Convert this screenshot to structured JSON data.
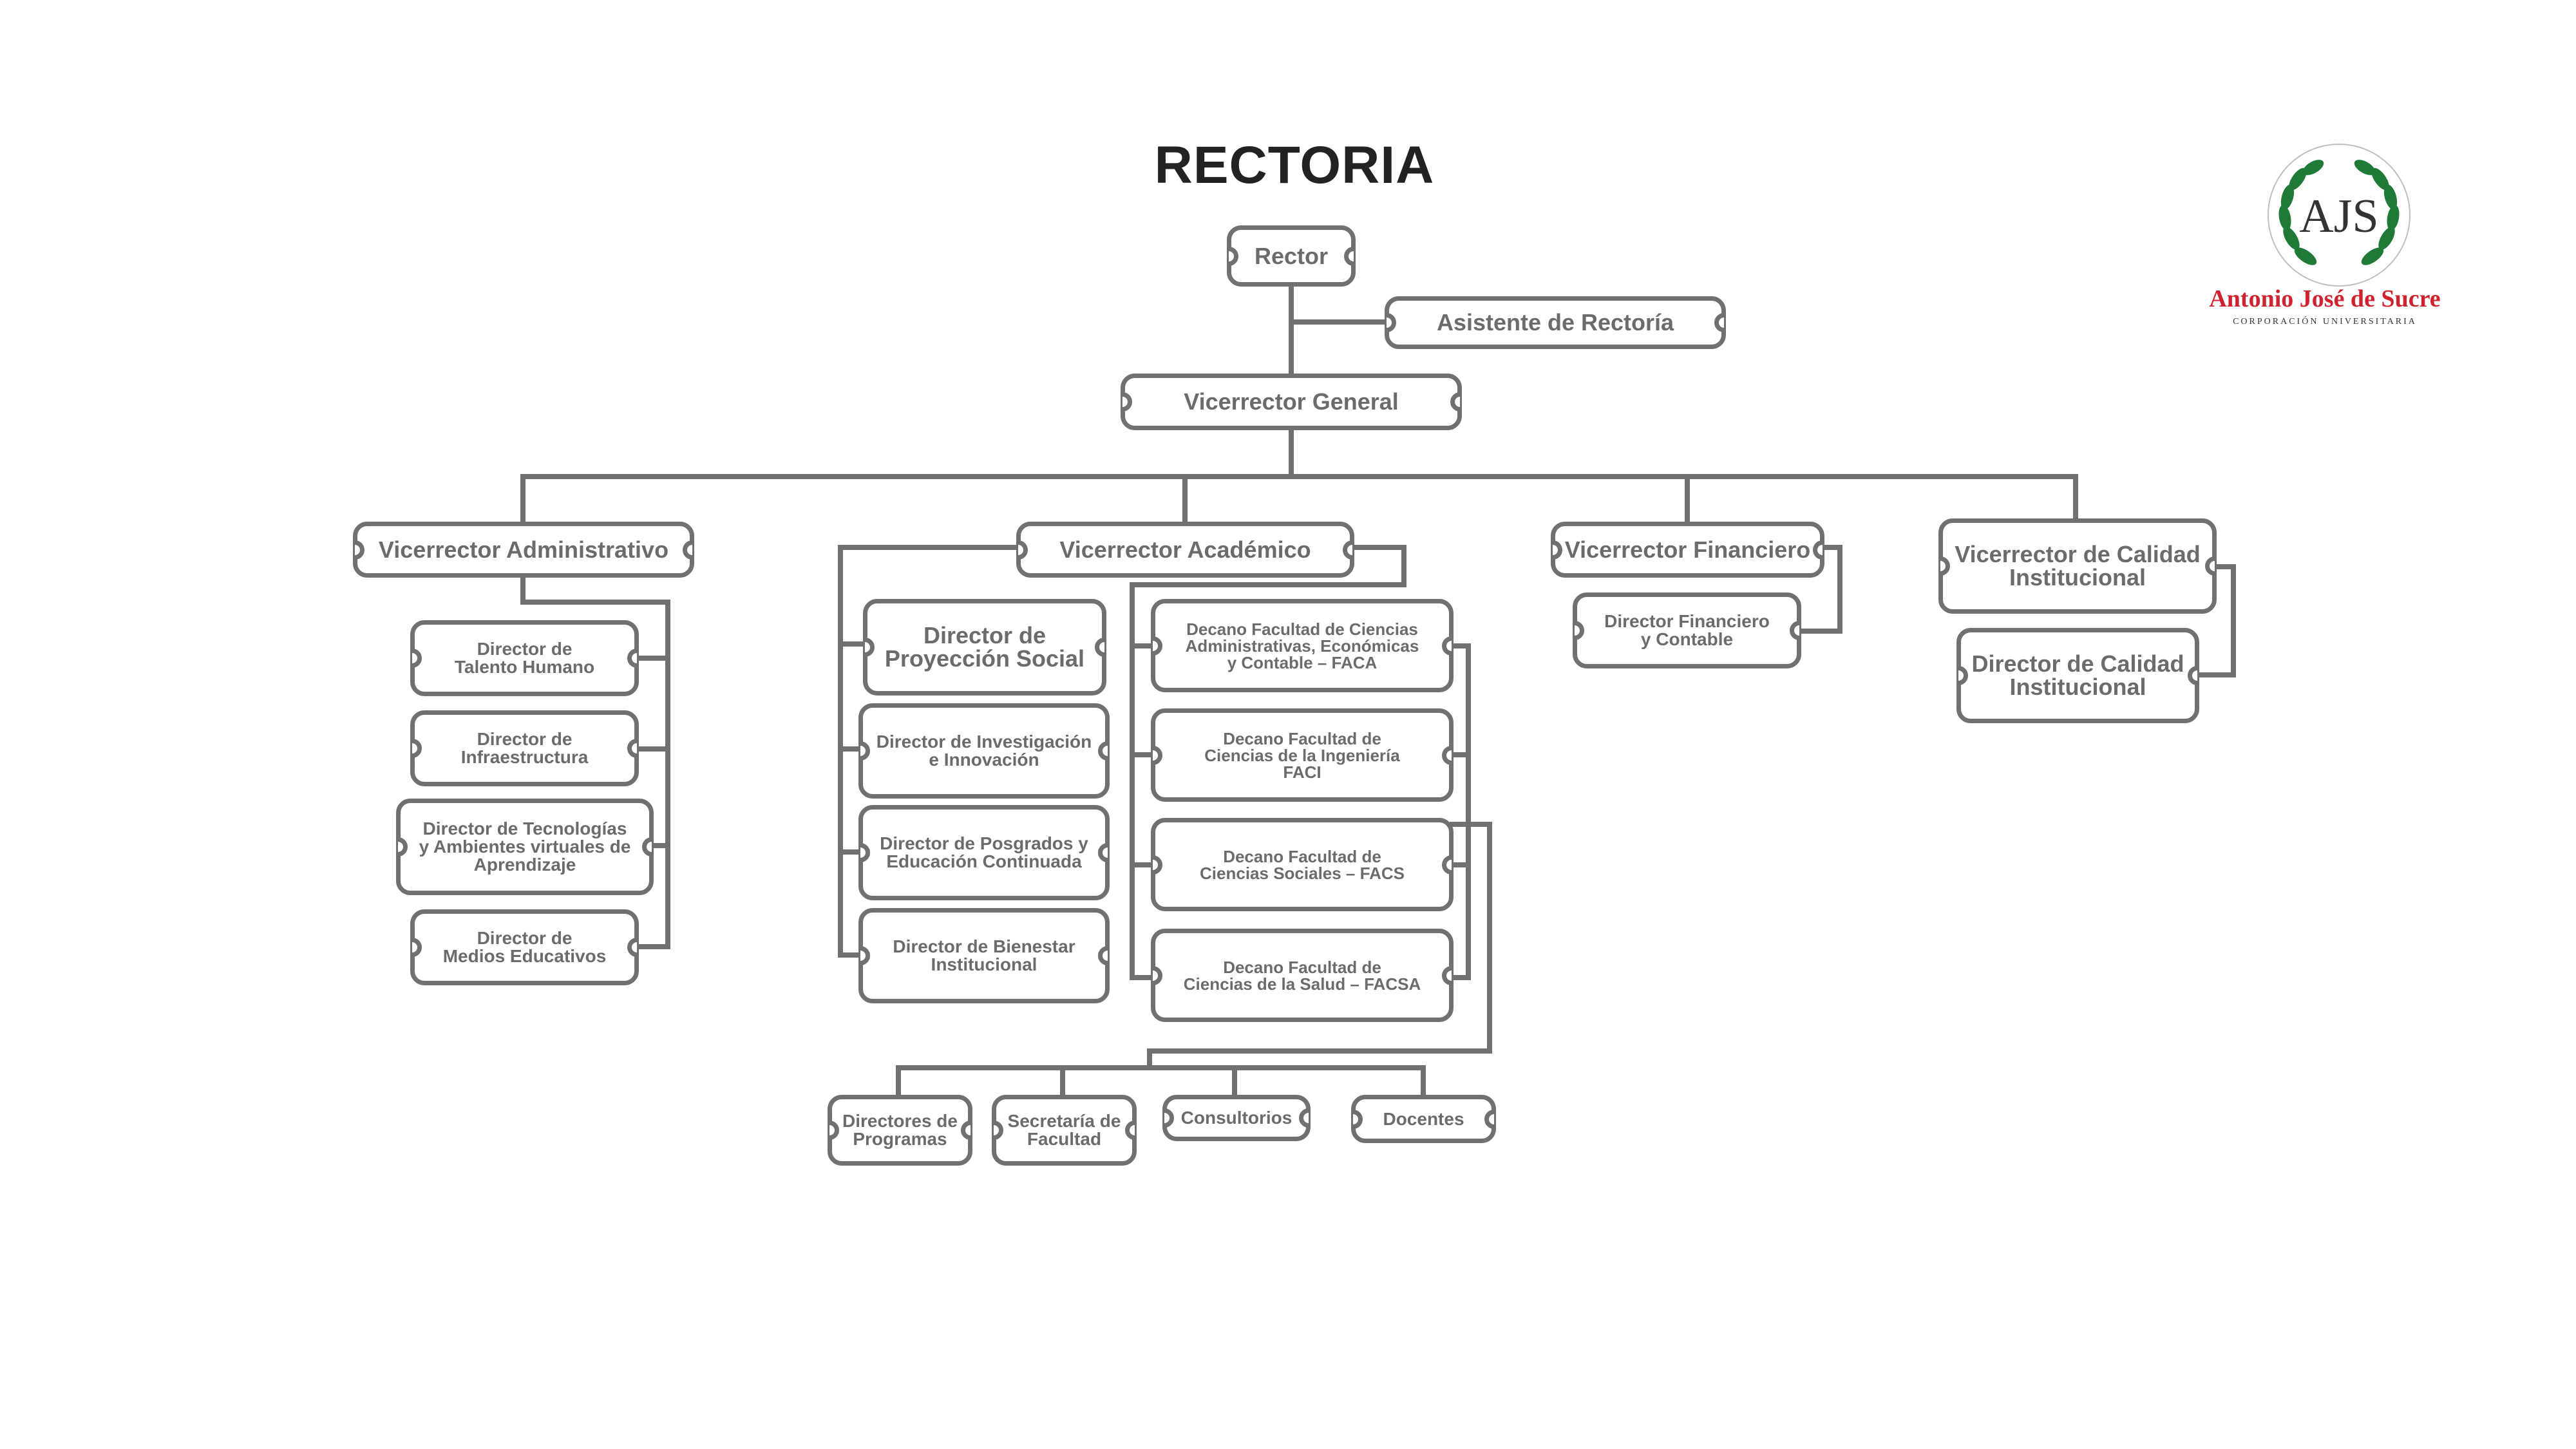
{
  "title": "RECTORIA",
  "colors": {
    "line": "#707070",
    "text": "#6b6b6b",
    "title": "#222222",
    "brand_red": "#d0222e",
    "seal_green": "#1e7a36"
  },
  "logo": {
    "brand": "Antonio José de Sucre",
    "subtitle": "CORPORACIÓN UNIVERSITARIA",
    "monogram": "AJS"
  },
  "nodes": {
    "rector": "Rector",
    "asistente": "Asistente de Rectoría",
    "vicegeneral": "Vicerrector General",
    "vadmin": "Vicerrector Administrativo",
    "vacad": "Vicerrector Académico",
    "vfin": "Vicerrector Financiero",
    "vcal": "Vicerrector de Calidad\nInstitucional",
    "talento": "Director de\nTalento Humano",
    "infra": "Director de\nInfraestructura",
    "tecno": "Director de Tecnologías\ny Ambientes virtuales de\nAprendizaje",
    "medios": "Director de\nMedios Educativos",
    "proyeccion": "Director de\nProyección Social",
    "investigacion": "Director de Investigación\ne Innovación",
    "posgrados": "Director de Posgrados y\nEducación Continuada",
    "bienestar": "Director de Bienestar\nInstitucional",
    "faca": "Decano Facultad de Ciencias\nAdministrativas, Económicas\ny Contable – FACA",
    "faci": "Decano Facultad de\nCiencias de la Ingeniería\nFACI",
    "facs": "Decano Facultad de\nCiencias Sociales – FACS",
    "facsa": "Decano Facultad de\nCiencias de la Salud – FACSA",
    "dfin": "Director Financiero\ny Contable",
    "dcal": "Director de Calidad\nInstitucional",
    "programas": "Directores de\nProgramas",
    "secretaria": "Secretaría de\nFacultad",
    "consultorios": "Consultorios",
    "docentes": "Docentes"
  }
}
